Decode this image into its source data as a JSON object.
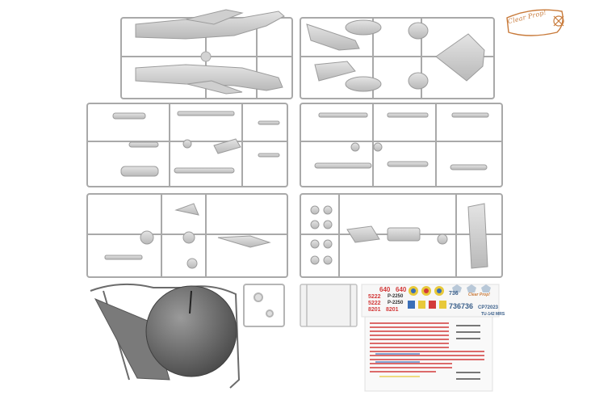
{
  "brand": {
    "logo_text": "Clear Prop!",
    "logo_color": "#c87a3a"
  },
  "colors": {
    "sprue_light": "#d3d3d3",
    "sprue_stroke": "#a9a9a9",
    "dark_plastic": "#6b6b6b",
    "decal_red": "#d33a3a",
    "decal_blue": "#3a6fb8",
    "decal_yellow": "#e8c93a"
  },
  "decals": {
    "codes_left": [
      "640",
      "640",
      "5222",
      "5222",
      "8201",
      "8201"
    ],
    "code_large": "736736",
    "code_small": "736",
    "tail_code": "CP72023",
    "type_label": "TU-142 MRS",
    "reg_1": "Р-2250",
    "reg_2": "Р-2250",
    "brand_small": "Clear Prop!"
  }
}
